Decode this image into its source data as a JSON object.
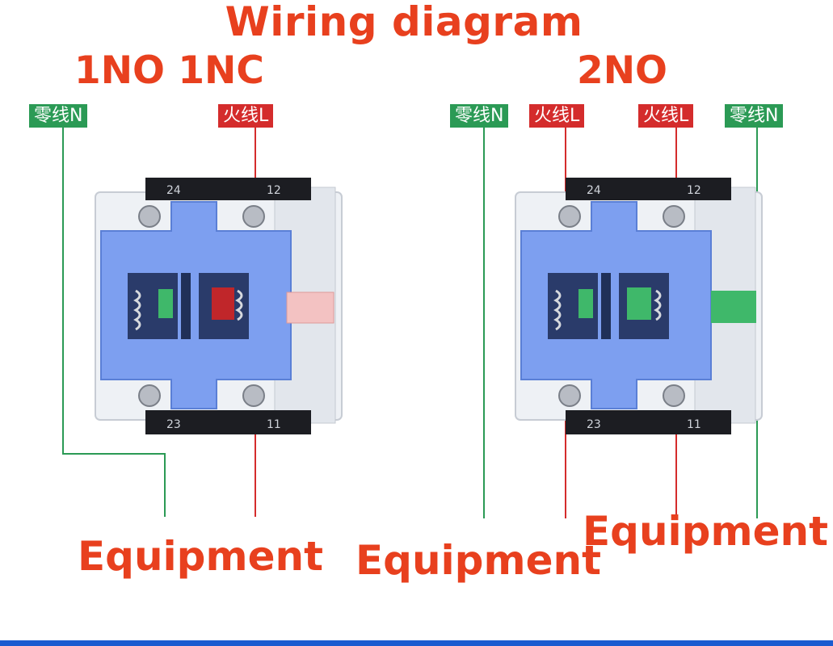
{
  "title": "Wiring diagram",
  "left": {
    "heading": "1NO 1NC",
    "neutral_tag": "零线N",
    "live_tag": "火线L",
    "terminals": [
      "24",
      "12",
      "23",
      "11"
    ],
    "equipment_label": "Equipment"
  },
  "right": {
    "heading": "2NO",
    "neutral_tag_left": "零线N",
    "live_tag_left": "火线L",
    "live_tag_right": "火线L",
    "neutral_tag_right": "零线N",
    "terminals": [
      "24",
      "12",
      "23",
      "11"
    ],
    "equipment_label_left": "Equipment",
    "equipment_label_right": "Equipment"
  },
  "colors": {
    "heading": "#e8401e",
    "neutral": "#2b9a55",
    "live": "#d42c2c",
    "module_body": "#7d9ff0",
    "nc_contact": "#c0262a",
    "no_contact": "#3fb86a",
    "bottom_bar": "#1a5bd0"
  }
}
